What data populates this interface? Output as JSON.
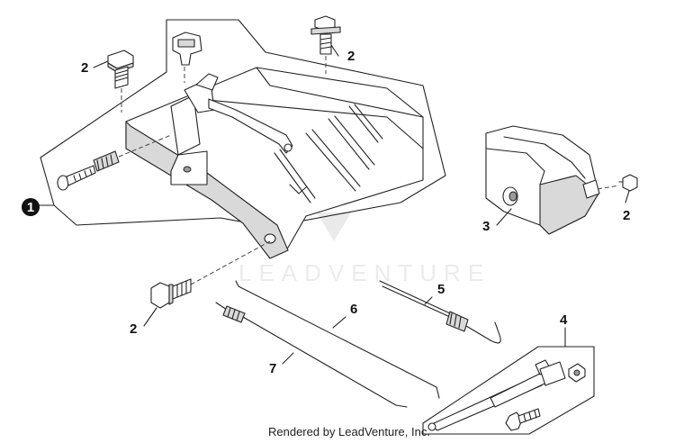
{
  "callouts": {
    "c1": "1",
    "c2a": "2",
    "c2b": "2",
    "c2c": "2",
    "c2d": "2",
    "c3": "3",
    "c4": "4",
    "c5": "5",
    "c6": "6",
    "c7": "7"
  },
  "watermark": "LEADVENTURE",
  "footer": "Rendered by LeadVenture, Inc.",
  "colors": {
    "line": "#222222",
    "badge": "#111111",
    "background": "#ffffff"
  }
}
